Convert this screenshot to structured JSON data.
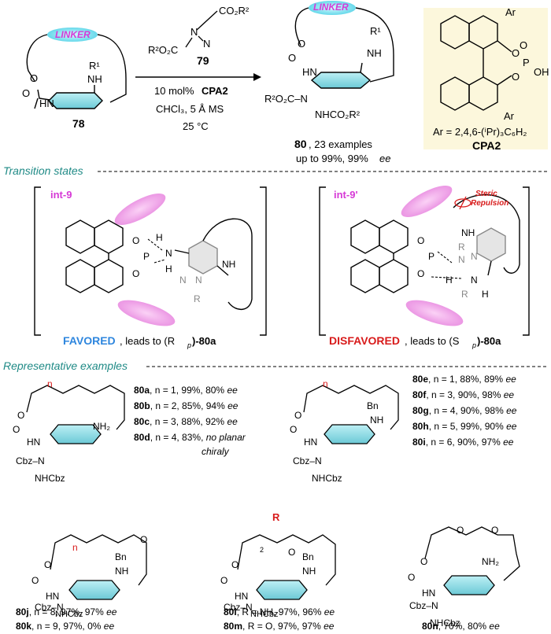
{
  "scheme": {
    "sm_label": "78",
    "reagent_label": "79",
    "reagent_ester_right": "CO₂R²",
    "reagent_ester_left": "R²O₂C",
    "cond1": "10 mol%",
    "cond1b": "CPA2",
    "cond2": "CHCl₃, 5 Å MS",
    "cond3": "25 °C",
    "prod_label": "80",
    "prod_line1": ", 23 examples",
    "prod_line2a": "up to 99%, 99%",
    "prod_line2b": "ee",
    "linker": "LINKER",
    "r1": "R¹",
    "nh": "NH",
    "hn": "HN",
    "o": "O",
    "prod_ester": "R²O₂C–N",
    "prod_nh": "NHCO₂R²"
  },
  "cpa": {
    "ar1": "Ar",
    "ar2": "Ar",
    "o1": "O",
    "o2": "O",
    "p": "P",
    "oh": "OH",
    "o_dbl": "O",
    "ar_def": "Ar = 2,4,6-(ⁱPr)₃C₆H₂",
    "name": "CPA2"
  },
  "ts": {
    "header": "Transition states",
    "left_label": "int-9",
    "right_label": "int-9'",
    "favored": "FAVORED",
    "favored_tail": ", leads to (R",
    "fav_sub": "p",
    "fav_end": ")-80a",
    "disfavored": "DISFAVORED",
    "dis_tail": ", leads to (S",
    "dis_sub": "p",
    "dis_end": ")-80a",
    "steric1": "Steric",
    "steric2": "Repulsion",
    "h": "H",
    "n": "N",
    "r": "R",
    "nh": "NH"
  },
  "examples": {
    "header": "Representative examples",
    "group1": [
      {
        "id": "80a",
        "text": ", n = 1, 99%, 80% ",
        "ee": "ee"
      },
      {
        "id": "80b",
        "text": ", n = 2, 85%, 94% ",
        "ee": "ee"
      },
      {
        "id": "80c",
        "text": ", n = 3, 88%, 92% ",
        "ee": "ee"
      },
      {
        "id": "80d",
        "text": ", n = 4, 83%, ",
        "ee": "no planar"
      }
    ],
    "group1_extra": "chiraly",
    "group2": [
      {
        "id": "80e",
        "text": ", n = 1, 88%, 89% ",
        "ee": "ee"
      },
      {
        "id": "80f",
        "text": ", n = 3, 90%, 98% ",
        "ee": "ee"
      },
      {
        "id": "80g",
        "text": ", n = 4, 90%, 98% ",
        "ee": "ee"
      },
      {
        "id": "80h",
        "text": ", n = 5, 99%, 90% ",
        "ee": "ee"
      },
      {
        "id": "80i",
        "text": ", n = 6, 90%, 97% ",
        "ee": "ee"
      }
    ],
    "group3": [
      {
        "id": "80j",
        "text": ", n = 8, 97%, 97% ",
        "ee": "ee"
      },
      {
        "id": "80k",
        "text": ", n = 9, 97%, 0% ",
        "ee": "ee"
      }
    ],
    "group4": [
      {
        "id": "80l",
        "text": ", R = NH, 97%, 96% ",
        "ee": "ee"
      },
      {
        "id": "80m",
        "text": ", R = O, 97%, 97% ",
        "ee": "ee"
      }
    ],
    "group5": [
      {
        "id": "80n",
        "text": ", 70%, 80% ",
        "ee": "ee"
      }
    ],
    "cbz": "Cbz–N",
    "nhcbz": "NHCbz",
    "nh2": "NH₂",
    "bn": "Bn",
    "n_sym": "n",
    "r_sym": "R",
    "two": "2"
  }
}
